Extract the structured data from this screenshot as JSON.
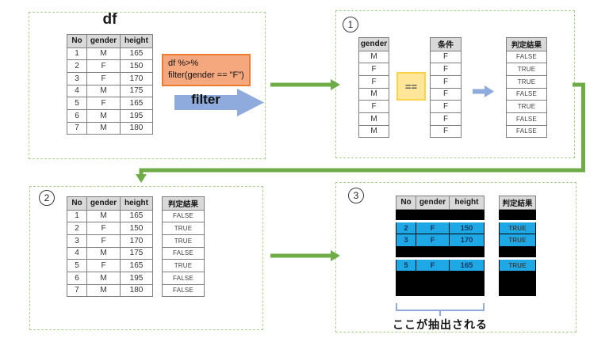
{
  "colors": {
    "arrow_green": "#6fac47",
    "panel_border": "#a9d18e",
    "code_box_fill": "#f5a77e",
    "code_box_border": "#ed7d31",
    "operator_box_fill": "#ffe699",
    "operator_box_border": "#ffd24c",
    "blue_arrow_fill": "#8faadc",
    "highlight_blue": "#1fa8e6",
    "header_gray": "#d9d9d9",
    "brace_blue": "#8faadc",
    "hidden_black": "#000000"
  },
  "panel_source": {
    "title": "df",
    "table": {
      "headers": [
        "No",
        "gender",
        "height"
      ],
      "rows": [
        [
          "1",
          "M",
          "165"
        ],
        [
          "2",
          "F",
          "150"
        ],
        [
          "3",
          "F",
          "170"
        ],
        [
          "4",
          "M",
          "175"
        ],
        [
          "5",
          "F",
          "165"
        ],
        [
          "6",
          "M",
          "195"
        ],
        [
          "7",
          "M",
          "180"
        ]
      ]
    },
    "code_line1": "df %>%",
    "code_line2": "filter(gender == \"F\")",
    "filter_label": "filter"
  },
  "panel_compare": {
    "badge": "1",
    "gender_table": {
      "headers": [
        "gender"
      ],
      "rows": [
        [
          "M"
        ],
        [
          "F"
        ],
        [
          "F"
        ],
        [
          "M"
        ],
        [
          "F"
        ],
        [
          "M"
        ],
        [
          "M"
        ]
      ]
    },
    "operator": "==",
    "condition_table": {
      "headers": [
        "条件"
      ],
      "rows": [
        [
          "F"
        ],
        [
          "F"
        ],
        [
          "F"
        ],
        [
          "F"
        ],
        [
          "F"
        ],
        [
          "F"
        ],
        [
          "F"
        ]
      ]
    },
    "result_table": {
      "headers": [
        "判定結果"
      ],
      "rows": [
        [
          "FALSE"
        ],
        [
          "TRUE"
        ],
        [
          "TRUE"
        ],
        [
          "FALSE"
        ],
        [
          "TRUE"
        ],
        [
          "FALSE"
        ],
        [
          "FALSE"
        ]
      ]
    }
  },
  "panel_judge": {
    "badge": "2",
    "table": {
      "headers": [
        "No",
        "gender",
        "height"
      ],
      "rows": [
        [
          "1",
          "M",
          "165"
        ],
        [
          "2",
          "F",
          "150"
        ],
        [
          "3",
          "F",
          "170"
        ],
        [
          "4",
          "M",
          "175"
        ],
        [
          "5",
          "F",
          "165"
        ],
        [
          "6",
          "M",
          "195"
        ],
        [
          "7",
          "M",
          "180"
        ]
      ]
    },
    "result_table": {
      "headers": [
        "判定結果"
      ],
      "rows": [
        [
          "FALSE"
        ],
        [
          "TRUE"
        ],
        [
          "TRUE"
        ],
        [
          "FALSE"
        ],
        [
          "TRUE"
        ],
        [
          "FALSE"
        ],
        [
          "FALSE"
        ]
      ]
    }
  },
  "panel_extract": {
    "badge": "3",
    "table": {
      "headers": [
        "No",
        "gender",
        "height"
      ],
      "rows": [
        [
          "",
          "",
          ""
        ],
        [
          "2",
          "F",
          "150"
        ],
        [
          "3",
          "F",
          "170"
        ],
        [
          "",
          "",
          ""
        ],
        [
          "5",
          "F",
          "165"
        ],
        [
          "",
          "",
          ""
        ],
        [
          "",
          "",
          ""
        ]
      ],
      "row_states": [
        "hidden",
        "kept-gap",
        "kept",
        "hidden",
        "kept-gap",
        "hidden",
        "hidden"
      ]
    },
    "result_table": {
      "headers": [
        "判定結果"
      ],
      "rows": [
        [
          ""
        ],
        [
          "TRUE"
        ],
        [
          "TRUE"
        ],
        [
          ""
        ],
        [
          "TRUE"
        ],
        [
          ""
        ],
        [
          ""
        ]
      ],
      "row_states": [
        "hidden",
        "kept-gap",
        "kept",
        "hidden",
        "kept-gap",
        "hidden",
        "hidden"
      ]
    },
    "caption": "ここが抽出される"
  }
}
